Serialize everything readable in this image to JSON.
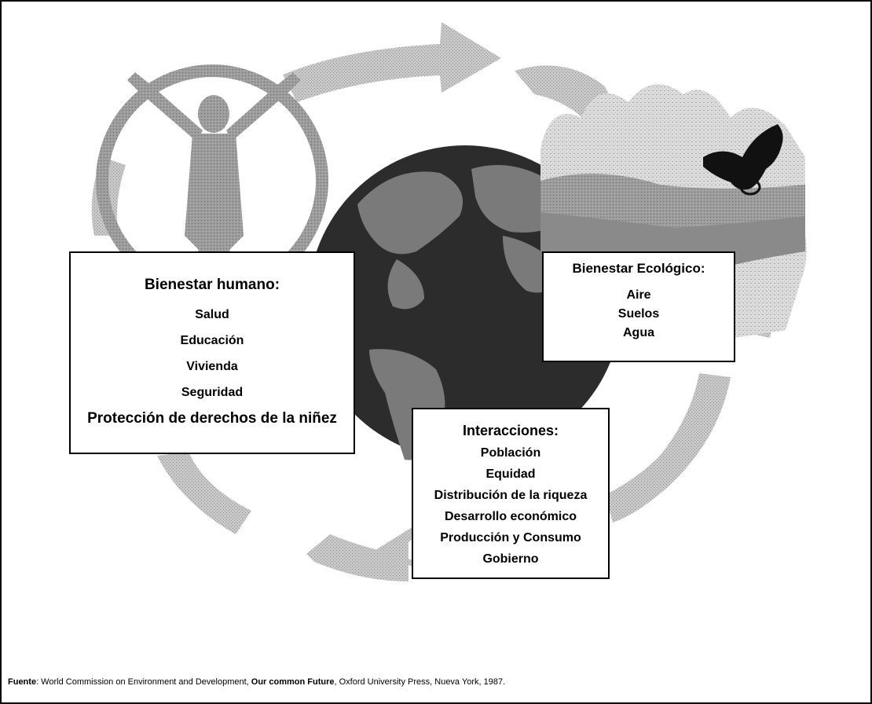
{
  "diagram": {
    "human": {
      "title": "Bienestar humano:",
      "items": [
        "Salud",
        "Educación",
        "Vivienda",
        "Seguridad",
        "Protección de derechos de la niñez"
      ]
    },
    "ecological": {
      "title": "Bienestar Ecológico:",
      "items": [
        "Aire",
        "Suelos",
        "Agua"
      ]
    },
    "interactions": {
      "title": "Interacciones:",
      "items": [
        "Población",
        "Equidad",
        "Distribución de la riqueza",
        "Desarrollo económico",
        "Producción y Consumo",
        "Gobierno"
      ]
    },
    "icons": [
      "human-figure-icon",
      "globe-icon",
      "mountain-landscape-icon",
      "eagle-icon",
      "cycle-arrow-icon"
    ]
  },
  "source": {
    "label": "Fuente",
    "text_before": ": World Commission on Environment and Development, ",
    "title": "Our common Future",
    "text_after": ", Oxford University Press, Nueva York, 1987."
  }
}
